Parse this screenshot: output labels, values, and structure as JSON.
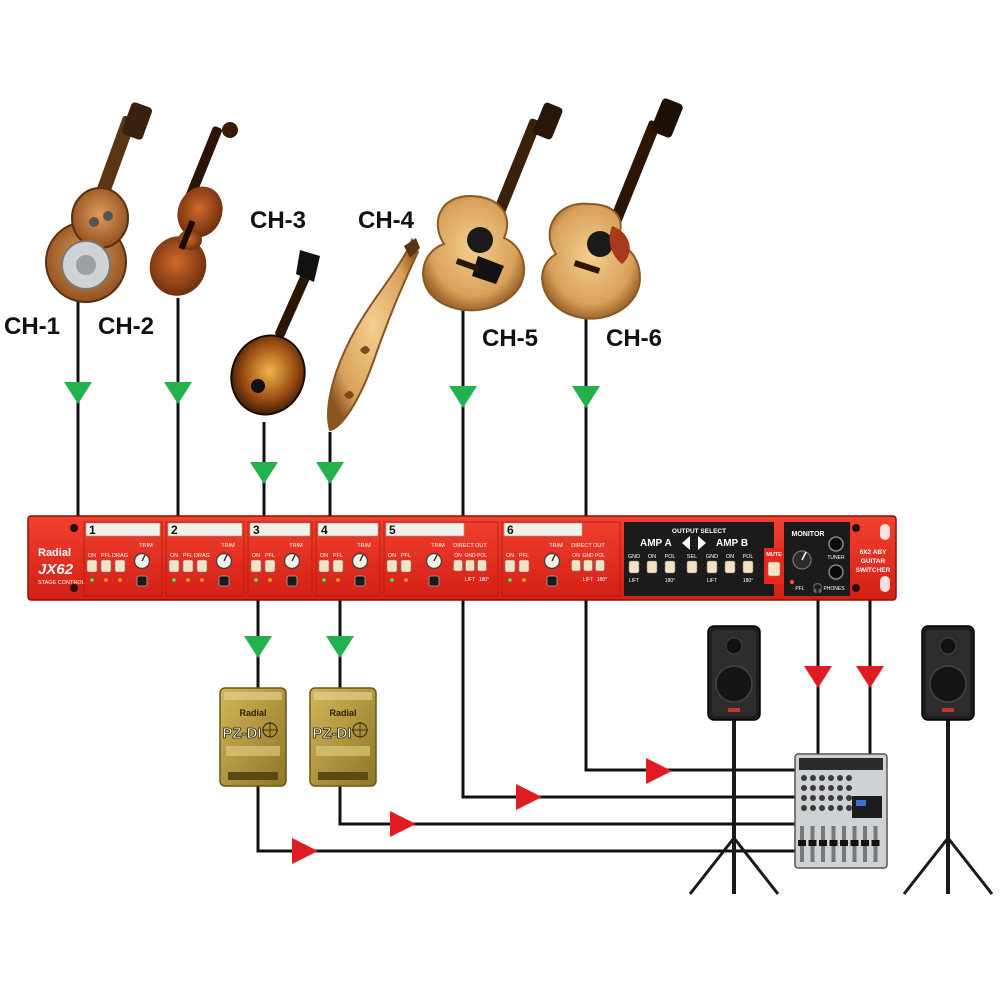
{
  "channel_labels": [
    "CH-1",
    "CH-2",
    "CH-3",
    "CH-4",
    "CH-5",
    "CH-6"
  ],
  "rack": {
    "brand": "Radial",
    "model": "JX62",
    "subtitle": "STAGE CONTROL",
    "channel_numbers": [
      "1",
      "2",
      "3",
      "4",
      "5",
      "6"
    ],
    "ch_buttons_12": [
      "ON",
      "PFL",
      "DRAG"
    ],
    "ch_buttons_34": [
      "ON",
      "PFL"
    ],
    "trim": "TRIM",
    "direct_out": "DIRECT OUT",
    "do_buttons": [
      "ON",
      "GND",
      "POL"
    ],
    "lift": "LIFT",
    "deg180": "180°",
    "output_select": "OUTPUT SELECT",
    "amp_a": "AMP A",
    "amp_b": "AMP B",
    "os_buttons": [
      "GND",
      "ON",
      "POL",
      "SEL",
      "GND",
      "ON",
      "POL"
    ],
    "mute": "MUTE",
    "monitor": "MONITOR",
    "tuner": "TUNER",
    "phones": "PHONES",
    "pfl": "PFL",
    "switcher": [
      "6X2 ABY",
      "GUITAR",
      "SWITCHER"
    ]
  },
  "di_box": {
    "brand": "Radial",
    "model": "PZ-DI"
  },
  "colors": {
    "rack_red": "#e8261c",
    "arrow_green": "#22b14c",
    "arrow_red": "#e11b22",
    "di_gold": "#b59a3a",
    "cable": "#111111"
  }
}
